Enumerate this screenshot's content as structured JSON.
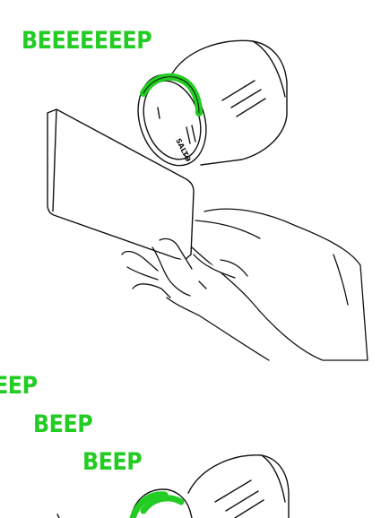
{
  "texts": {
    "beep_long": "BEEEEEEEP",
    "beep_short_1": "EEP",
    "beep_short_2": "BEEP",
    "beep_short_3": "BEEP",
    "reader_brand": "SALTO"
  },
  "colors": {
    "led_green": "#22cc22",
    "line": "#111111",
    "background": "#ffffff"
  },
  "icons": [
    "door-reader-icon",
    "access-card-icon",
    "hand-icon"
  ]
}
